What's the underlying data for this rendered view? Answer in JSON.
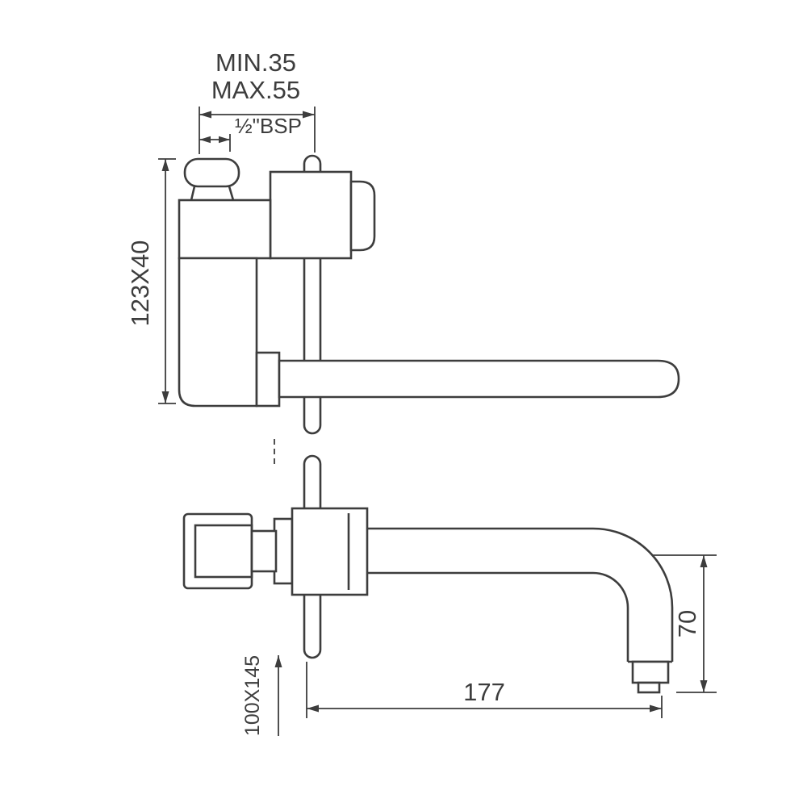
{
  "page": {
    "background_color": "#ffffff",
    "line_color": "#3d3d3d"
  },
  "drawing": {
    "type": "technical-dimension-drawing",
    "subject": "wall-mounted-basin-mixer-faucet",
    "views": {
      "top": "side-elevation",
      "bottom": "plan-view"
    },
    "dimensions": {
      "min_depth": "MIN.35",
      "max_depth": "MAX.55",
      "thread_size": "½\"BSP",
      "body_dimension": "123X40",
      "spout_height": "70",
      "spout_reach": "177",
      "plate_dimension": "100X145"
    }
  }
}
